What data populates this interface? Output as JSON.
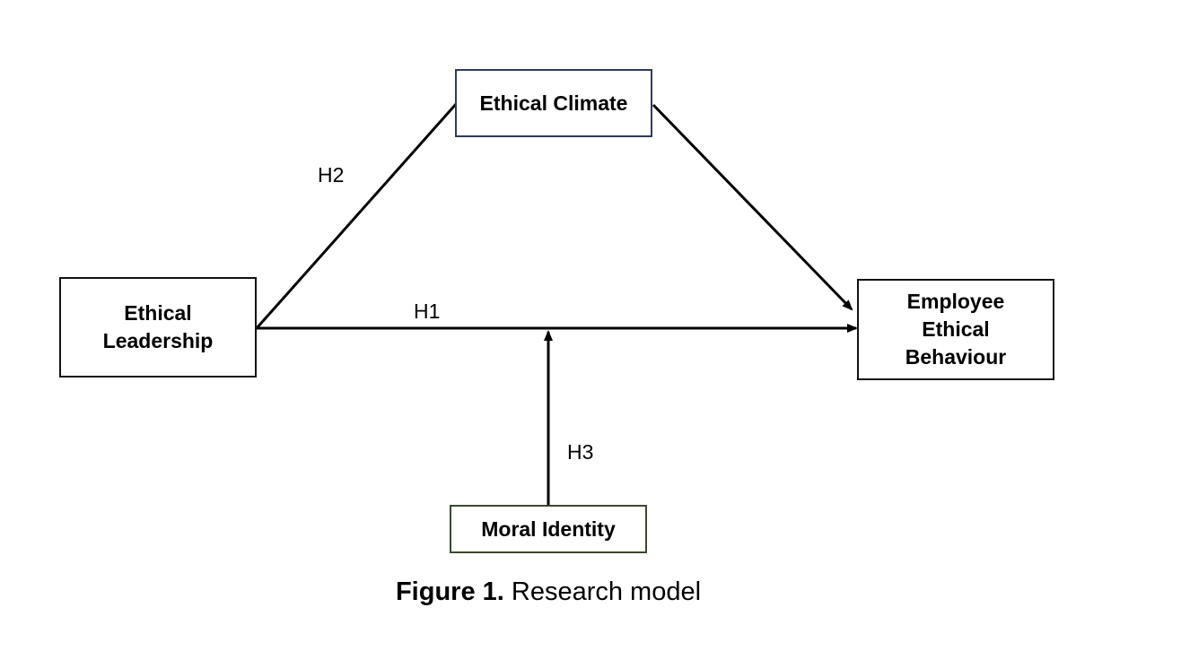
{
  "diagram": {
    "nodes": {
      "ethical_climate": "Ethical Climate",
      "ethical_leadership": "Ethical\nLeadership",
      "employee_ethical_behaviour": "Employee\nEthical\nBehaviour",
      "moral_identity": "Moral Identity"
    },
    "hypotheses": {
      "h1": "H1",
      "h2": "H2",
      "h3": "H3"
    },
    "edges": [
      {
        "from": "ethical_leadership",
        "to": "employee_ethical_behaviour",
        "label": "H1"
      },
      {
        "from": "ethical_leadership",
        "to": "ethical_climate",
        "label": "H2"
      },
      {
        "from": "ethical_climate",
        "to": "employee_ethical_behaviour",
        "label": ""
      },
      {
        "from": "moral_identity",
        "to": "H1 path",
        "label": "H3"
      }
    ]
  },
  "caption": {
    "number": "Figure 1.",
    "text": "Research model"
  },
  "colors": {
    "line": "#000000",
    "climate_border": "#2f3b55",
    "identity_border": "#3b4a2e"
  }
}
